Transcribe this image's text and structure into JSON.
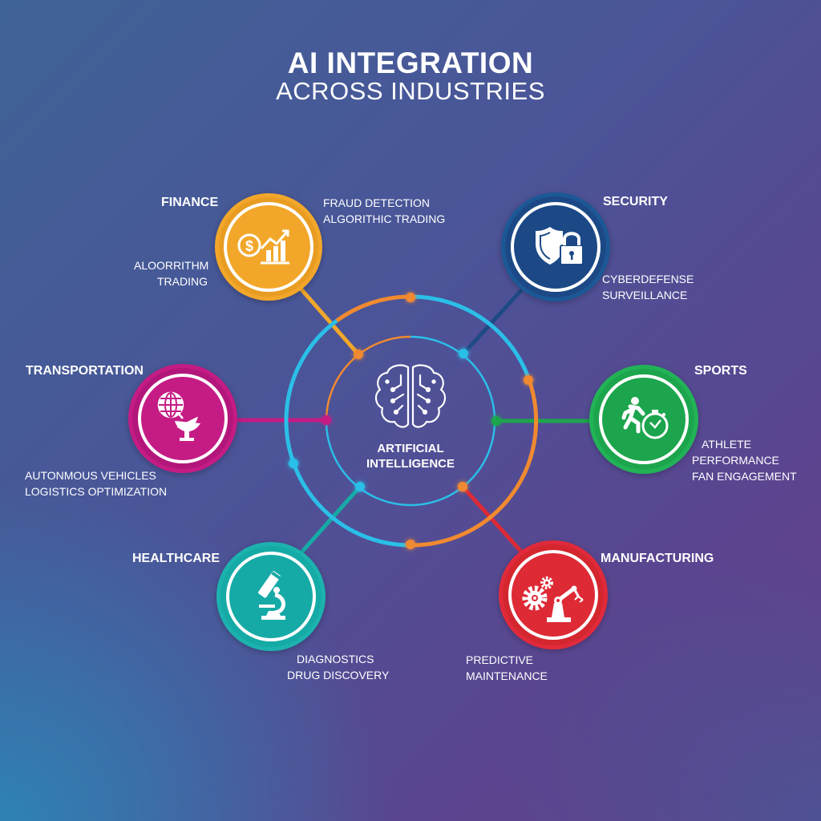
{
  "header": {
    "title": "AI INTEGRATION",
    "subtitle": "ACROSS INDUSTRIES"
  },
  "center": {
    "icon": "brain-circuit-icon",
    "line1": "ARTIFICIAL",
    "line2": "INTELLIGENCE"
  },
  "colors": {
    "background_top_left": "#3f6296",
    "background_top_right": "#693e8a",
    "background_bottom_left": "#2b80ad",
    "background_bottom_right": "#3d5f9a",
    "ring_cyan": "#2bbfe8",
    "ring_orange": "#f08a30"
  },
  "industries": [
    {
      "id": "finance",
      "name": "FINANCE",
      "color": "#f2a72a",
      "icon": "dollar-growth-chart-icon",
      "details": [
        "FRAUD DETECTION",
        "ALGORITHIC TRADING"
      ],
      "extra_details": [
        "ALOORRITHM",
        "TRADING"
      ]
    },
    {
      "id": "security",
      "name": "SECURITY",
      "color": "#1e4a86",
      "icon": "shield-lock-icon",
      "details": [
        "CYBERDEFENSE",
        "SURVEILLANCE"
      ]
    },
    {
      "id": "transportation",
      "name": "TRANSPORTATION",
      "color": "#c41c84",
      "icon": "globe-satellite-dish-icon",
      "details": [
        "AUTONMOUS VEHICLES",
        "LOGISTICS OPTIMIZATION"
      ]
    },
    {
      "id": "sports",
      "name": "SPORTS",
      "color": "#1fa54d",
      "icon": "runner-stopwatch-icon",
      "details": [
        "ATHLETE",
        "PERFORMANCE",
        "FAN ENGAGEMENT"
      ]
    },
    {
      "id": "healthcare",
      "name": "HEALTHCARE",
      "color": "#16aaa6",
      "icon": "microscope-icon",
      "details": [
        "DIAGNOSTICS",
        "DRUG DISCOVERY"
      ]
    },
    {
      "id": "manufacturing",
      "name": "MANUFACTURING",
      "color": "#dd2a36",
      "icon": "gears-robot-arm-icon",
      "details": [
        "PREDICTIVE",
        "MAINTENANCE"
      ]
    }
  ]
}
